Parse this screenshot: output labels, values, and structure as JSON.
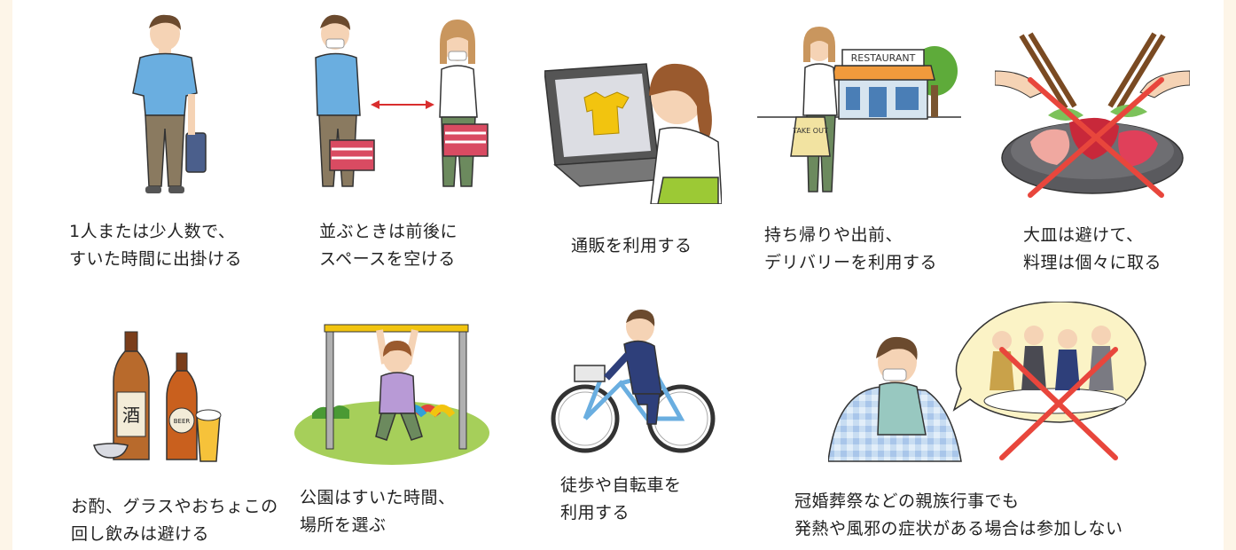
{
  "items": [
    {
      "lines": [
        "1人または少人数で、",
        "すいた時間に出掛ける"
      ]
    },
    {
      "lines": [
        "並ぶときは前後に",
        "スペースを空ける"
      ]
    },
    {
      "lines": [
        "通販を利用する"
      ]
    },
    {
      "lines": [
        "持ち帰りや出前、",
        "デリバリーを利用する"
      ]
    },
    {
      "lines": [
        "大皿は避けて、",
        "料理は個々に取る"
      ]
    },
    {
      "lines": [
        "お酌、グラスやおちょこの",
        "回し飲みは避ける"
      ]
    },
    {
      "lines": [
        "公園はすいた時間、",
        "場所を選ぶ"
      ]
    },
    {
      "lines": [
        "徒歩や自転車を",
        "利用する"
      ]
    },
    {
      "lines": [
        "冠婚葬祭などの親族行事でも",
        "発熱や風邪の症状がある場合は参加しない"
      ]
    }
  ],
  "labels": {
    "restaurant_sign": "RESTAURANT",
    "takeout_bag": "TAKE OUT",
    "sake_label": "酒",
    "beer_label": "BEER"
  },
  "colors": {
    "shirt_blue": "#6aaee0",
    "pants_olive": "#7a8a6a",
    "cross_red": "#e8463c",
    "grass_green": "#a6cf5a",
    "bubble_cream": "#fbf3c6"
  }
}
